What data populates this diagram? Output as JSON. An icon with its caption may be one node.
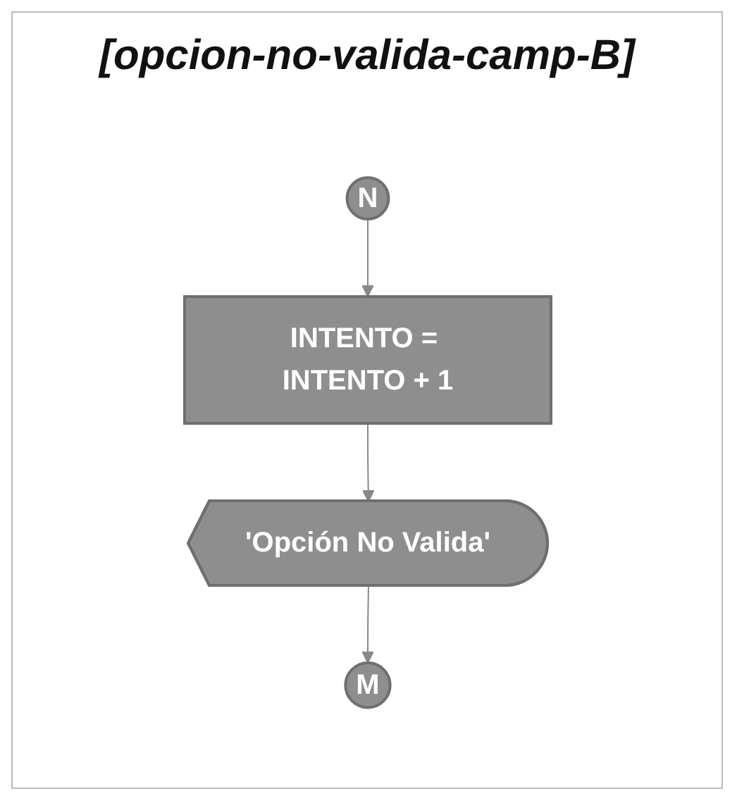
{
  "diagram": {
    "title": "[opcion-no-valida-camp-B]",
    "nodes": [
      {
        "text": [
          "N"
        ]
      },
      {
        "text": [
          "INTENTO = INTENTO + 1"
        ]
      },
      {
        "text": [
          "'Opción No Valida'"
        ]
      },
      {
        "text": [
          "M"
        ]
      }
    ],
    "edges": [
      {
        "from": 0,
        "to": 1,
        "arrow": "to"
      },
      {
        "from": 1,
        "to": 2,
        "arrow": "to"
      },
      {
        "from": 2,
        "to": 3,
        "arrow": "to"
      }
    ]
  }
}
